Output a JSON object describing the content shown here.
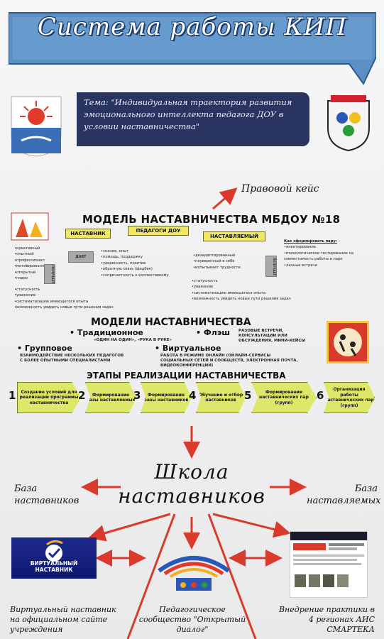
{
  "poster": {
    "title": "Система работы КИП",
    "theme": "Тема: \"Индивидуальная траектория развития эмоционального интеллекта педагога ДОУ в условии наставничества\"",
    "legal_case": "Правовой кейс"
  },
  "model": {
    "title": "МОДЕЛЬ НАСТАВНИЧЕСТВА МБДОУ №18",
    "mentor": "НАСТАВНИК",
    "teachers": "ПЕДАГОГИ ДОУ",
    "mentee": "НАСТАВЛЯЕМЫЙ",
    "mentor_traits": [
      "•креативный",
      "•опытный",
      "•профессионал",
      "•мотивированный",
      "•открытый",
      "•гидео"
    ],
    "gives_label": "ДАЕТ",
    "receives_label": "ПОЛУЧАЕТ",
    "mentor_gives": [
      "•знание, опыт",
      "•помощь, поддержку",
      "•уверенность, позитив",
      "•обратную связь (фидбек)",
      "•сопричастность к коллективному"
    ],
    "mentor_gets": [
      "•статусность",
      "•уважение",
      "•систематизацию имеющегося опыта",
      "•возможность увидеть новые пути решения задач"
    ],
    "mentee_traits": [
      "•дезадаптированный",
      "•неуверенный в себе",
      "•испытывает трудности"
    ],
    "mentee_gets": [
      "•статусность",
      "•уважение",
      "•систематизацию имеющегося опыта",
      "•возможность увидеть новые пути решения задач"
    ],
    "pairing_title": "Как сформировать пару:",
    "pairing": [
      "•анкетирование",
      "•психологическое тестирование на совместимость работы в паре",
      "•личные встречи"
    ]
  },
  "models": {
    "title": "МОДЕЛИ НАСТАВНИЧЕСТВА",
    "traditional": "• Традиционное",
    "traditional_sub": "«ОДИН НА ОДИН», «РУКА В РУКЕ»",
    "flash": "• Флэш",
    "flash_sub": "РАЗОВЫЕ ВСТРЕЧИ, КОНСУЛЬТАЦИИ ИЛИ ОБСУЖДЕНИЯ, МИНИ-КЕЙСЫ",
    "group": "• Групповое",
    "group_sub": "ВЗАИМОДЕЙСТВИЕ НЕСКОЛЬКИХ ПЕДАГОГОВ С БОЛЕЕ ОПЫТНЫМИ СПЕЦИАЛИСТАМИ",
    "virtual": "• Виртуальное",
    "virtual_sub": "РАБОТА В РЕЖИМЕ ОНЛАЙН (ОНЛАЙН-СЕРВИСЫ СОЦИАЛЬНЫХ СЕТЕЙ И СООБЩЕСТВ, ЭЛЕКТРОННАЯ ПОЧТА, ВИДЕОКОНФЕРЕНЦИИ)"
  },
  "stages": {
    "title": "ЭТАПЫ РЕАЛИЗАЦИИ НАСТАВНИЧЕСТВА",
    "items": [
      {
        "num": "1",
        "label": "Создание условий для реализации программы наставничества"
      },
      {
        "num": "2",
        "label": "Формирование базы наставляемых"
      },
      {
        "num": "3",
        "label": "Формирование базы наставников"
      },
      {
        "num": "4",
        "label": "Обучение и отбор наставников"
      },
      {
        "num": "5",
        "label": "Формирование наставнических пар (групп)"
      },
      {
        "num": "6",
        "label": "Организация работы наставнических пар (групп)"
      }
    ]
  },
  "school": {
    "title": "Школа наставников",
    "mentor_base": "База наставников",
    "mentee_base": "База наставляемых",
    "virtual_label": "ВИРТУАЛЬНЫЙ НАСТАВНИК",
    "virtual_caption": "Виртуальный наставник на официальном сайте учреждения",
    "community_caption": "Педагогическое сообщество \"Открытый диалог\"",
    "practice_caption": "Внедрение практики в 4 регионах АИС СМАРТЕКА"
  },
  "colors": {
    "banner": "#5c90c4",
    "theme_bg": "#2a3460",
    "accent_red": "#d93a2a",
    "stage_yellow": "#dfe76a"
  }
}
